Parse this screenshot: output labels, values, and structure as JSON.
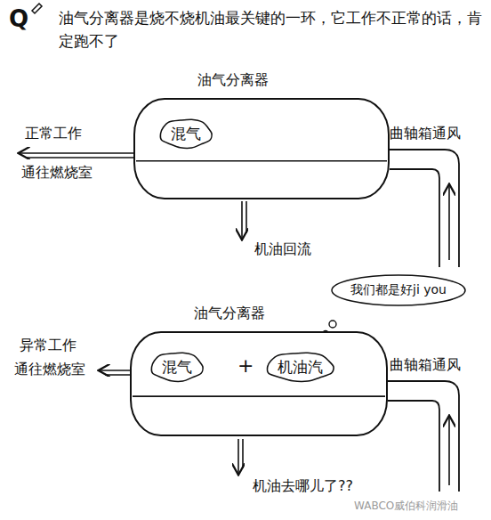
{
  "diagram": {
    "title": "油气分离器是烧不烧机油最关键的一环，它工作不正常的话，肯定跑不了",
    "nodes": [
      {
        "text": [
          "油气分离器"
        ]
      },
      {
        "text": [
          "混气"
        ],
        "in": 0
      },
      {
        "text": [
          "油气分离器"
        ]
      },
      {
        "text": [
          "混气"
        ],
        "in": 2
      },
      {
        "text": [
          "机油汽"
        ],
        "in": 2
      },
      {
        "text": [
          "我们都是好ji you"
        ]
      }
    ],
    "labels": [
      "Q",
      "正常工作",
      "通往燃烧室",
      "曲轴箱通风",
      "机油回流",
      "异常工作",
      "通往燃烧室",
      "曲轴箱通风",
      "+",
      "机油去哪儿了??",
      "WABCO威伯科润滑油"
    ]
  }
}
